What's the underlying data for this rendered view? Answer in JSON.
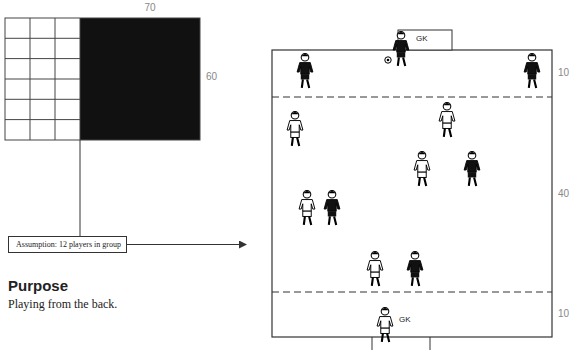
{
  "diagram": {
    "nodes": [
      {
        "text": [
          "Assumption: 12 players in group"
        ]
      }
    ],
    "labels": [
      "70",
      "60",
      "Purpose",
      "Playing from the back.",
      "GK",
      "GK",
      "10",
      "40",
      "10"
    ]
  }
}
